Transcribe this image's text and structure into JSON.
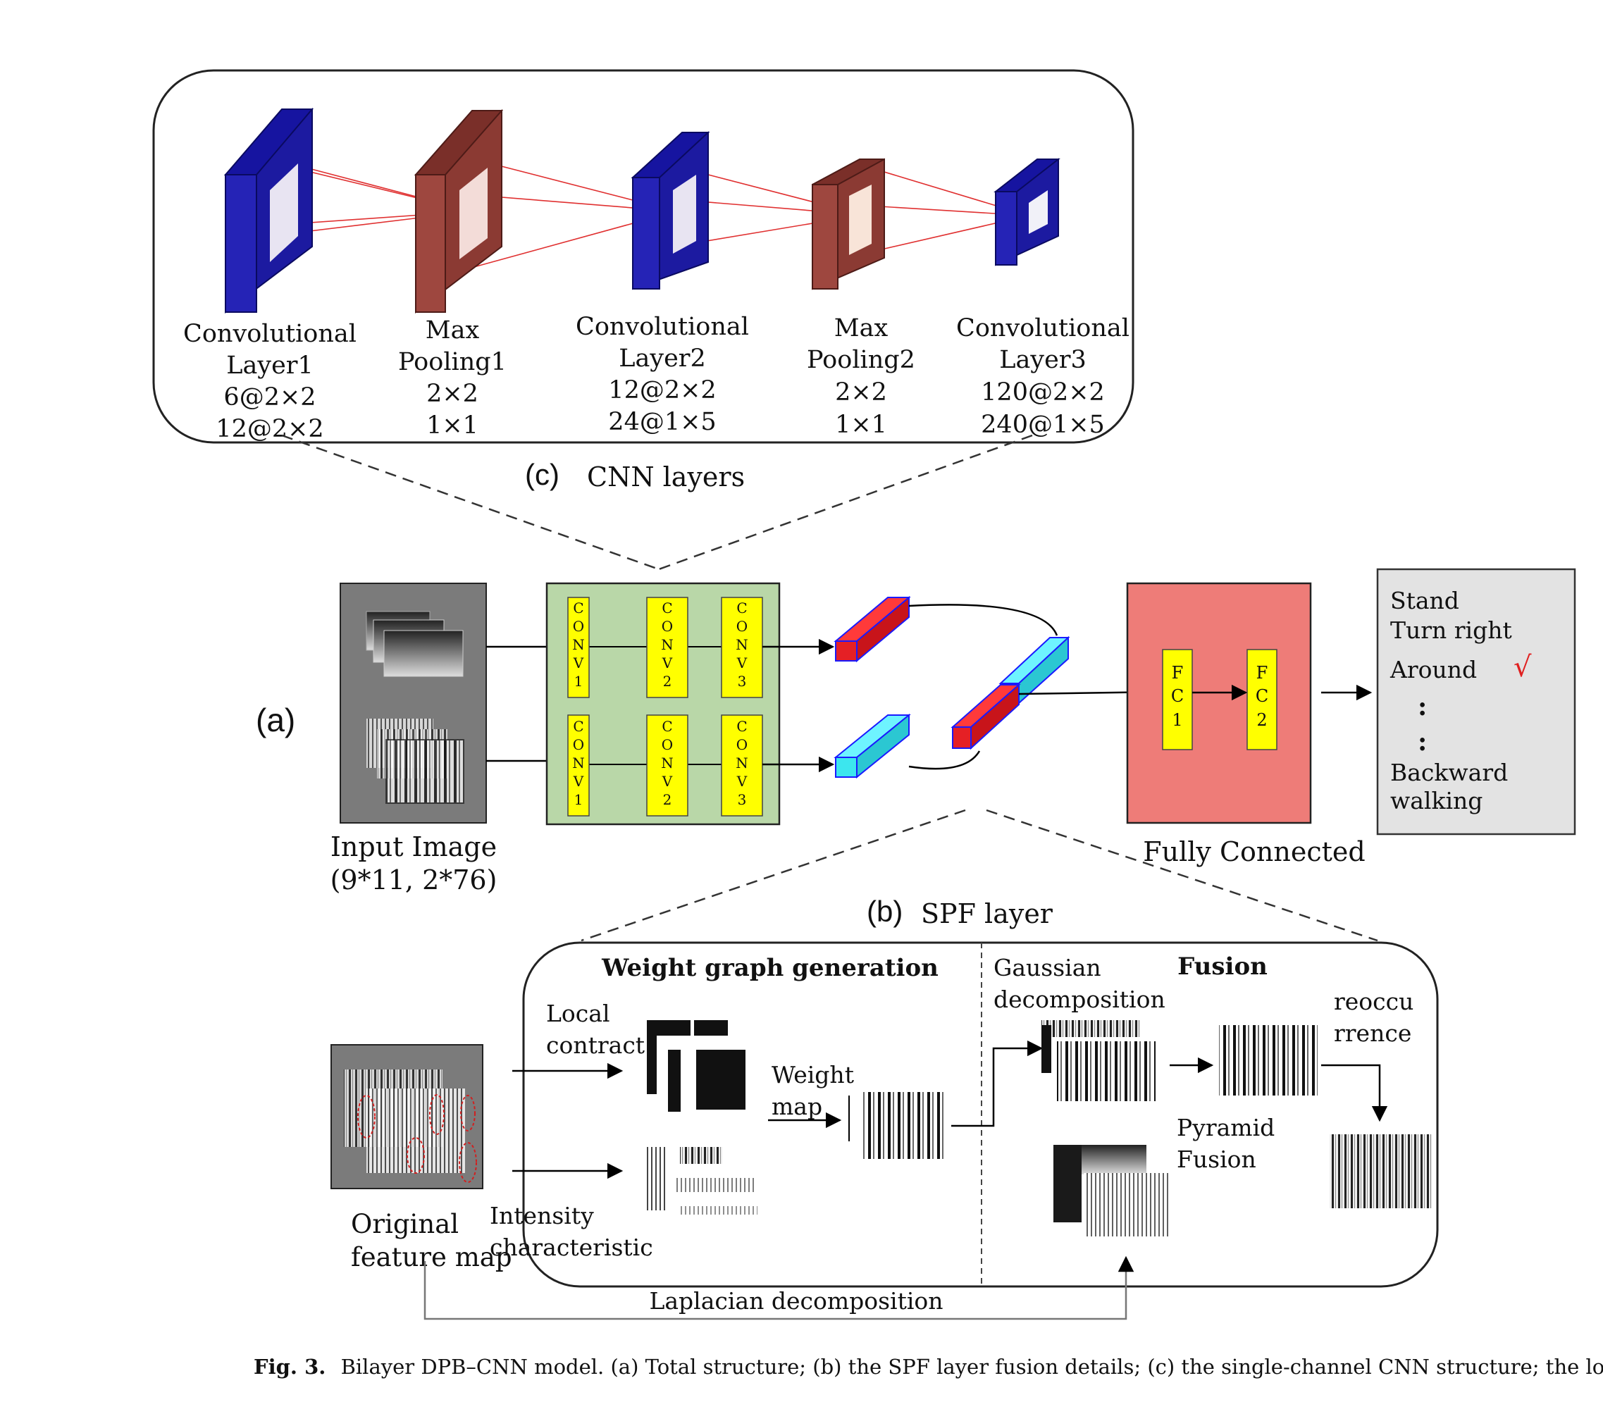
{
  "cnn_panel": {
    "caption_letter": "(c)",
    "caption_text": "CNN layers",
    "layers": [
      {
        "lines": [
          "Convolutional",
          "Layer1",
          "6@2×2",
          "12@2×2"
        ]
      },
      {
        "lines": [
          "Max",
          "Pooling1",
          "2×2",
          "1×1"
        ]
      },
      {
        "lines": [
          "Convolutional",
          "Layer2",
          "12@2×2",
          "24@1×5"
        ]
      },
      {
        "lines": [
          "Max",
          "Pooling2",
          "2×2",
          "1×1"
        ]
      },
      {
        "lines": [
          "Convolutional",
          "Layer3",
          "120@2×2",
          "240@1×5"
        ]
      }
    ]
  },
  "total_structure": {
    "panel_label": "(a)",
    "input_caption_1": "Input  Image",
    "input_caption_2": "(9*11, 2*76)",
    "conv_blocks": [
      [
        "C",
        "O",
        "N",
        "V",
        "1"
      ],
      [
        "C",
        "O",
        "N",
        "V",
        "2"
      ],
      [
        "C",
        "O",
        "N",
        "V",
        "3"
      ]
    ],
    "fc_blocks": [
      [
        "F",
        "C",
        "1"
      ],
      [
        "F",
        "C",
        "2"
      ]
    ],
    "fc_caption": "Fully Connected",
    "outputs": {
      "stand": "Stand",
      "turn_right": "Turn right",
      "around": "Around",
      "check": "√",
      "dots": ":",
      "backward_1": "Backward",
      "backward_2": "walking"
    }
  },
  "spf_panel": {
    "caption_letter": "(b)",
    "caption_text": "SPF layer",
    "weight_title": "Weight graph generation",
    "fusion_title": "Fusion",
    "local_contract_1": "Local",
    "local_contract_2": "contract",
    "weight_map_1": "Weight",
    "weight_map_2": "map",
    "intensity_1": "Intensity",
    "intensity_2": "characteristic",
    "gaussian_1": "Gaussian",
    "gaussian_2": "decomposition",
    "reoccurrence_1": "reoccu",
    "reoccurrence_2": "rrence",
    "pyramid_1": "Pyramid",
    "pyramid_2": "Fusion",
    "original_1": "Original",
    "original_2": "feature map",
    "laplacian": "Laplacian decomposition"
  },
  "figure_caption": {
    "label": "Fig. 3.",
    "text": "Bilayer DPB–CNN model. (a) Total structure; (b) the SPF layer fusion details; (c) the single-channel CNN structure; the lower."
  },
  "colors": {
    "conv_blue": "#1c1aa0",
    "pool_brown": "#8b3a33",
    "conv_panel_green": "#b9d7a8",
    "fc_panel_red": "#ee7c78",
    "yellow_block": "#ffff00",
    "red_bar": "#e52025",
    "cyan_bar": "#3ce6ee",
    "output_gray": "#e3e3e3"
  }
}
